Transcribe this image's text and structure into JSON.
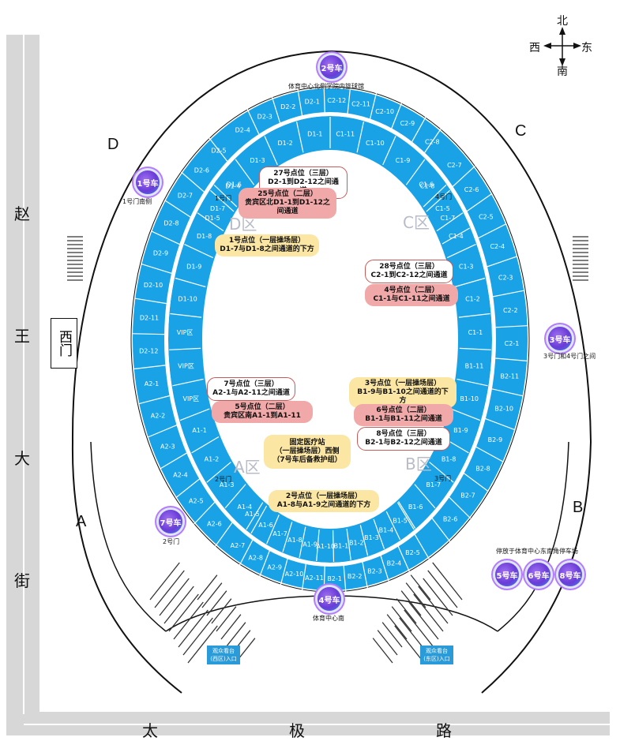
{
  "compass": {
    "north": "北",
    "south": "南",
    "east": "东",
    "west": "西"
  },
  "roads": {
    "west_road": [
      "赵",
      "王",
      "大",
      "街"
    ],
    "south_road": [
      "太",
      "极",
      "路"
    ],
    "west_gate": "西门"
  },
  "corner_letters": {
    "D": "D",
    "C": "C",
    "A": "A",
    "B": "B"
  },
  "zones": {
    "D": "D区",
    "C": "C区",
    "A": "A区",
    "B": "B区"
  },
  "gates": {
    "gate1": "1号门",
    "gate2": "2号门",
    "gate3": "3号门",
    "gate4": "4号门"
  },
  "seat_blocks": {
    "inner_north": [
      "D1-5",
      "D1-4",
      "D1-3",
      "D1-2",
      "D1-1",
      "C1-11",
      "C1-10",
      "C1-9",
      "C1-8",
      "C1-7"
    ],
    "inner_west": [
      "D1-6",
      "D1-7",
      "D1-8",
      "D1-9",
      "D1-10",
      "VIP区",
      "VIP区",
      "VIP区",
      "A1-1",
      "A1-2",
      "A1-3",
      "A1-4"
    ],
    "inner_east": [
      "C1-6",
      "C1-5",
      "C1-4",
      "C1-3",
      "C1-2",
      "C1-1",
      "B1-11",
      "B1-10",
      "B1-9",
      "B1-8",
      "B1-7",
      "B1-6"
    ],
    "inner_south": [
      "A1-5",
      "A1-6",
      "A1-7",
      "A1-8",
      "A1-9",
      "A1-10",
      "B1-1",
      "B1-2",
      "B1-3",
      "B1-4",
      "B1-5"
    ],
    "outer_north": [
      "D2-4",
      "D2-3",
      "D2-2",
      "D2-1",
      "C2-12",
      "C2-11",
      "C2-10",
      "C2-9"
    ],
    "outer_west": [
      "D2-6",
      "D2-7",
      "D2-8",
      "D2-9",
      "D2-10",
      "D2-11",
      "D2-12",
      "A2-1",
      "A2-2",
      "A2-3",
      "A2-4",
      "A2-5",
      "A2-6"
    ],
    "outer_east": [
      "C2-7",
      "C2-6",
      "C2-5",
      "C2-4",
      "C2-3",
      "C2-2",
      "C2-1",
      "B2-11",
      "B2-10",
      "B2-9",
      "B2-8",
      "B2-7",
      "B2-6"
    ],
    "outer_south": [
      "A2-7",
      "A2-8",
      "A2-9",
      "A2-10",
      "A2-11",
      "B2-1",
      "B2-2",
      "B2-3",
      "B2-4",
      "B2-5"
    ],
    "outer_extra": [
      "D2-5",
      "C2-8"
    ]
  },
  "callouts": [
    {
      "id": "p27",
      "style": "white",
      "lines": [
        "27号点位（三层）",
        "D2-1到D2-12之间通道"
      ]
    },
    {
      "id": "p25",
      "style": "pink",
      "lines": [
        "25号点位（二层）",
        "贵宾区北D1-1到D1-12之间通道"
      ]
    },
    {
      "id": "p1",
      "style": "yellow",
      "lines": [
        "1号点位（一层操场层）",
        "D1-7与D1-8之间通道的下方"
      ]
    },
    {
      "id": "p28",
      "style": "white",
      "lines": [
        "28号点位（三层）",
        "C2-1到C2-12之间通道"
      ]
    },
    {
      "id": "p4",
      "style": "pink",
      "lines": [
        "4号点位（二层）",
        "C1-1与C1-11之间通道"
      ]
    },
    {
      "id": "p7",
      "style": "white",
      "lines": [
        "7号点位（三层）",
        "A2-1与A2-11之间通道"
      ]
    },
    {
      "id": "p5",
      "style": "pink",
      "lines": [
        "5号点位（二层）",
        "贵宾区南A1-1到A1-11"
      ]
    },
    {
      "id": "p3",
      "style": "yellow",
      "lines": [
        "3号点位（一层操场层）",
        "B1-9与B1-10之间通道的下方"
      ]
    },
    {
      "id": "p6",
      "style": "pink",
      "lines": [
        "6号点位（二层）",
        "B1-1与B1-11之间通道"
      ]
    },
    {
      "id": "p8",
      "style": "white",
      "lines": [
        "8号点位（三层）",
        "B2-1与B2-12之间通道"
      ]
    },
    {
      "id": "medical",
      "style": "yellow",
      "lines": [
        "固定医疗站",
        "（一层操场层）西侧",
        "（7号车后备救护组）"
      ]
    },
    {
      "id": "p2",
      "style": "yellow",
      "lines": [
        "2号点位（一层操场层）",
        "A1-8与A1-9之间通道的下方"
      ]
    }
  ],
  "vehicles": [
    {
      "id": "car2",
      "label": "2号车",
      "caption": "体育中心北侧学院内篮球馆"
    },
    {
      "id": "car1",
      "label": "1号车",
      "caption": "1号门南侧"
    },
    {
      "id": "car3",
      "label": "3号车",
      "caption": "3号门和4号门之间"
    },
    {
      "id": "car7",
      "label": "7号车",
      "caption": "2号门"
    },
    {
      "id": "car4",
      "label": "4号车",
      "caption": "体育中心南"
    },
    {
      "id": "car5",
      "label": "5号车",
      "caption": ""
    },
    {
      "id": "car6",
      "label": "6号车",
      "caption": ""
    },
    {
      "id": "car8",
      "label": "8号车",
      "caption": ""
    }
  ],
  "parking_caption": "停放于体育中心东南角停车场",
  "tickets": {
    "west": [
      "观众看台",
      "(西区)入口"
    ],
    "east": [
      "观众看台",
      "(东区)入口"
    ]
  },
  "colors": {
    "seat_blue": "#19a3e6",
    "pink": "#f1a8a8",
    "yellow": "#fbe6a3",
    "road_grey": "#d7d7d7"
  }
}
